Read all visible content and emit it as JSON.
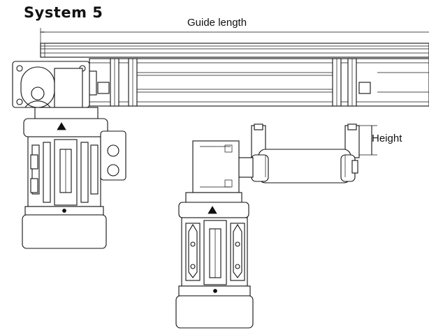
{
  "title": "System 5",
  "dimensions": {
    "guide_length": "Guide length",
    "height": "Height"
  },
  "colors": {
    "line": "#111111",
    "background": "#ffffff"
  }
}
